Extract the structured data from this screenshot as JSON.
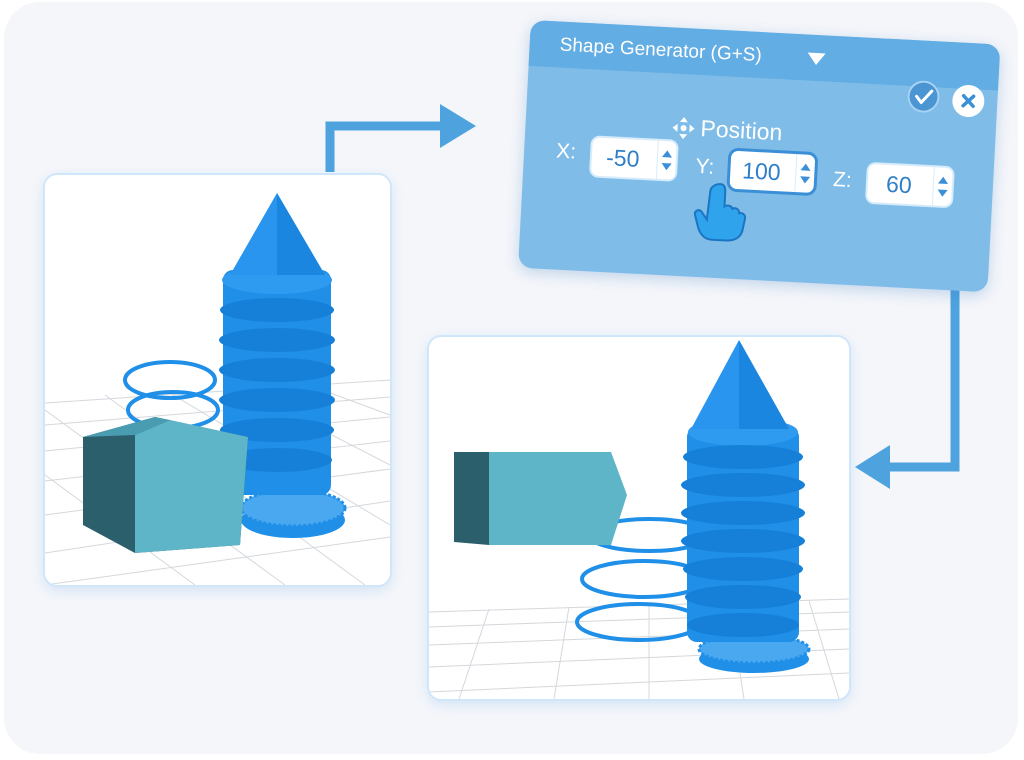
{
  "panel": {
    "title": "Shape Generator (G+S)",
    "section_title": "Position",
    "fields": [
      {
        "axis": "X:",
        "value": "-50"
      },
      {
        "axis": "Y:",
        "value": "100"
      },
      {
        "axis": "Z:",
        "value": "60"
      }
    ],
    "active_field": "Y:"
  },
  "icons": [
    "dropdown-triangle-icon",
    "checkmark-icon",
    "close-x-icon",
    "move-arrows-icon",
    "pointing-hand-icon",
    "flow-arrow-icon"
  ],
  "colors": {
    "panel_body": "#7fbde8",
    "panel_header": "#62ade3",
    "accent_blue": "#3b8fd6",
    "model_blue": "#1f8fe8",
    "box_teal": "#5fb5c8",
    "arrow_blue": "#4ea3de"
  }
}
